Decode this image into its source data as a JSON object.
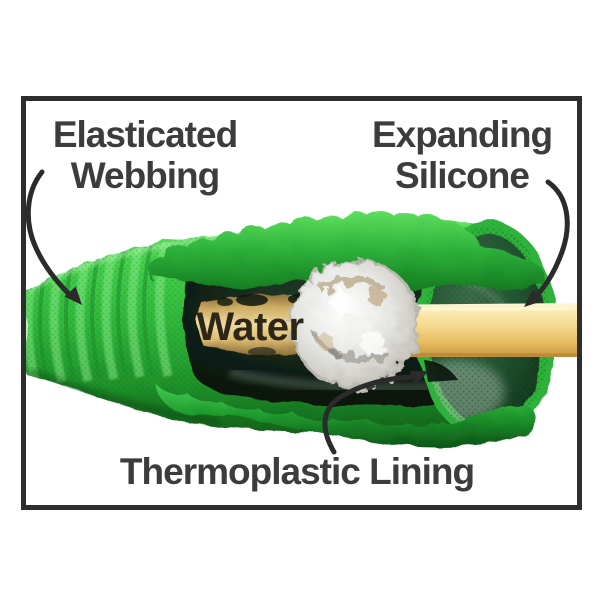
{
  "diagram": {
    "subject": "Expandable garden hose cutaway construction diagram",
    "callouts": {
      "elasticated": {
        "line1": "Elasticated",
        "line2": "Webbing"
      },
      "silicone": {
        "line1": "Expanding",
        "line2": "Silicone"
      },
      "water": {
        "label": "Water"
      },
      "thermoplastic": {
        "label": "Thermoplastic Lining"
      }
    },
    "colors": {
      "frame": "#2d2d2d",
      "label_text": "#3c3c3c",
      "water_text": "#2e2718",
      "arrow": "#2b2b2b",
      "webbing_green": "#2fb53b",
      "webbing_highlight": "#8df08d",
      "silicone_yellow": "#f2d88c",
      "water_gold": "#e8cf8e",
      "lining_silver": "#dddbd4",
      "interior_dark": "#101f14"
    }
  }
}
